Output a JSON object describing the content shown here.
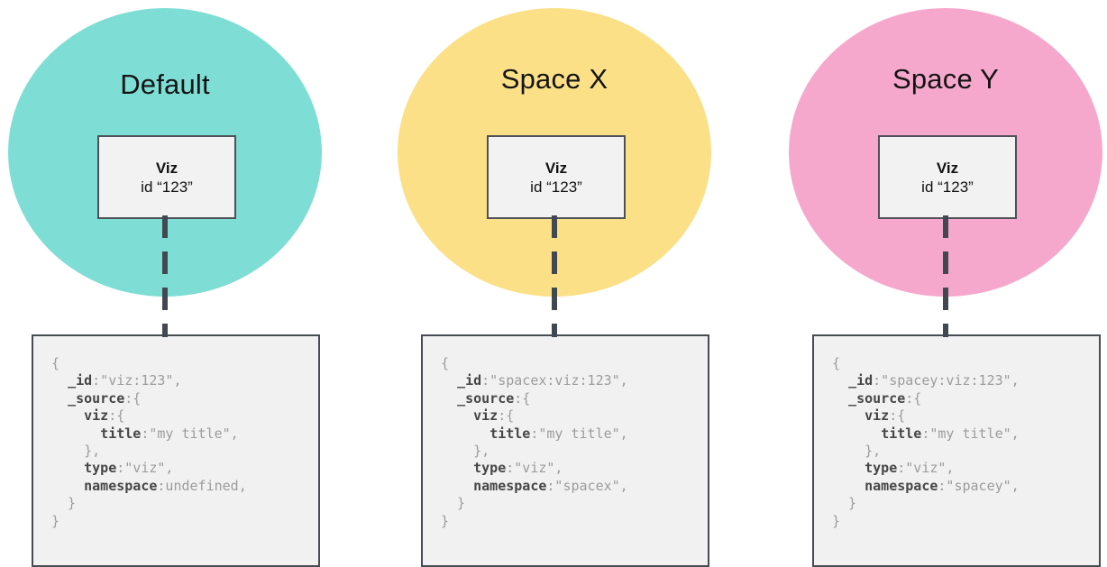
{
  "styles": {
    "connector_color": "#424851",
    "card_bg": "#f2f2f2",
    "card_border": "#4e5157",
    "code_bg": "#f1f1f1",
    "code_border": "#474b52",
    "code_key_color": "#464646",
    "code_value_color": "#9c9c9e",
    "label_color": "#141414"
  },
  "spaces": [
    {
      "label": "Default",
      "circle_color": "#7EDED5",
      "card": {
        "title": "Viz",
        "subtitle": "id “123”"
      },
      "code_lines": [
        [
          {
            "t": "{",
            "c": "v"
          }
        ],
        [
          {
            "t": "  ",
            "c": "v"
          },
          {
            "t": "_id",
            "c": "k"
          },
          {
            "t": ":\"viz:123\",",
            "c": "v"
          }
        ],
        [
          {
            "t": "  ",
            "c": "v"
          },
          {
            "t": "_source",
            "c": "k"
          },
          {
            "t": ":{",
            "c": "v"
          }
        ],
        [
          {
            "t": "    ",
            "c": "v"
          },
          {
            "t": "viz",
            "c": "k"
          },
          {
            "t": ":{",
            "c": "v"
          }
        ],
        [
          {
            "t": "      ",
            "c": "v"
          },
          {
            "t": "title",
            "c": "k"
          },
          {
            "t": ":\"my title\",",
            "c": "v"
          }
        ],
        [
          {
            "t": "    },",
            "c": "v"
          }
        ],
        [
          {
            "t": "    ",
            "c": "v"
          },
          {
            "t": "type",
            "c": "k"
          },
          {
            "t": ":\"viz\",",
            "c": "v"
          }
        ],
        [
          {
            "t": "    ",
            "c": "v"
          },
          {
            "t": "namespace",
            "c": "k"
          },
          {
            "t": ":undefined,",
            "c": "v"
          }
        ],
        [
          {
            "t": "  }",
            "c": "v"
          }
        ],
        [
          {
            "t": "}",
            "c": "v"
          }
        ]
      ]
    },
    {
      "label": "Space X",
      "circle_color": "#FBE088",
      "card": {
        "title": "Viz",
        "subtitle": "id “123”"
      },
      "code_lines": [
        [
          {
            "t": "{",
            "c": "v"
          }
        ],
        [
          {
            "t": "  ",
            "c": "v"
          },
          {
            "t": "_id",
            "c": "k"
          },
          {
            "t": ":\"spacex:viz:123\",",
            "c": "v"
          }
        ],
        [
          {
            "t": "  ",
            "c": "v"
          },
          {
            "t": "_source",
            "c": "k"
          },
          {
            "t": ":{",
            "c": "v"
          }
        ],
        [
          {
            "t": "    ",
            "c": "v"
          },
          {
            "t": "viz",
            "c": "k"
          },
          {
            "t": ":{",
            "c": "v"
          }
        ],
        [
          {
            "t": "      ",
            "c": "v"
          },
          {
            "t": "title",
            "c": "k"
          },
          {
            "t": ":\"my title\",",
            "c": "v"
          }
        ],
        [
          {
            "t": "    },",
            "c": "v"
          }
        ],
        [
          {
            "t": "    ",
            "c": "v"
          },
          {
            "t": "type",
            "c": "k"
          },
          {
            "t": ":\"viz\",",
            "c": "v"
          }
        ],
        [
          {
            "t": "    ",
            "c": "v"
          },
          {
            "t": "namespace",
            "c": "k"
          },
          {
            "t": ":\"spacex\",",
            "c": "v"
          }
        ],
        [
          {
            "t": "  }",
            "c": "v"
          }
        ],
        [
          {
            "t": "}",
            "c": "v"
          }
        ]
      ]
    },
    {
      "label": "Space Y",
      "circle_color": "#F6A8CC",
      "card": {
        "title": "Viz",
        "subtitle": "id “123”"
      },
      "code_lines": [
        [
          {
            "t": "{",
            "c": "v"
          }
        ],
        [
          {
            "t": "  ",
            "c": "v"
          },
          {
            "t": "_id",
            "c": "k"
          },
          {
            "t": ":\"spacey:viz:123\",",
            "c": "v"
          }
        ],
        [
          {
            "t": "  ",
            "c": "v"
          },
          {
            "t": "_source",
            "c": "k"
          },
          {
            "t": ":{",
            "c": "v"
          }
        ],
        [
          {
            "t": "    ",
            "c": "v"
          },
          {
            "t": "viz",
            "c": "k"
          },
          {
            "t": ":{",
            "c": "v"
          }
        ],
        [
          {
            "t": "      ",
            "c": "v"
          },
          {
            "t": "title",
            "c": "k"
          },
          {
            "t": ":\"my title\",",
            "c": "v"
          }
        ],
        [
          {
            "t": "    },",
            "c": "v"
          }
        ],
        [
          {
            "t": "    ",
            "c": "v"
          },
          {
            "t": "type",
            "c": "k"
          },
          {
            "t": ":\"viz\",",
            "c": "v"
          }
        ],
        [
          {
            "t": "    ",
            "c": "v"
          },
          {
            "t": "namespace",
            "c": "k"
          },
          {
            "t": ":\"spacey\",",
            "c": "v"
          }
        ],
        [
          {
            "t": "  }",
            "c": "v"
          }
        ],
        [
          {
            "t": "}",
            "c": "v"
          }
        ]
      ]
    }
  ]
}
